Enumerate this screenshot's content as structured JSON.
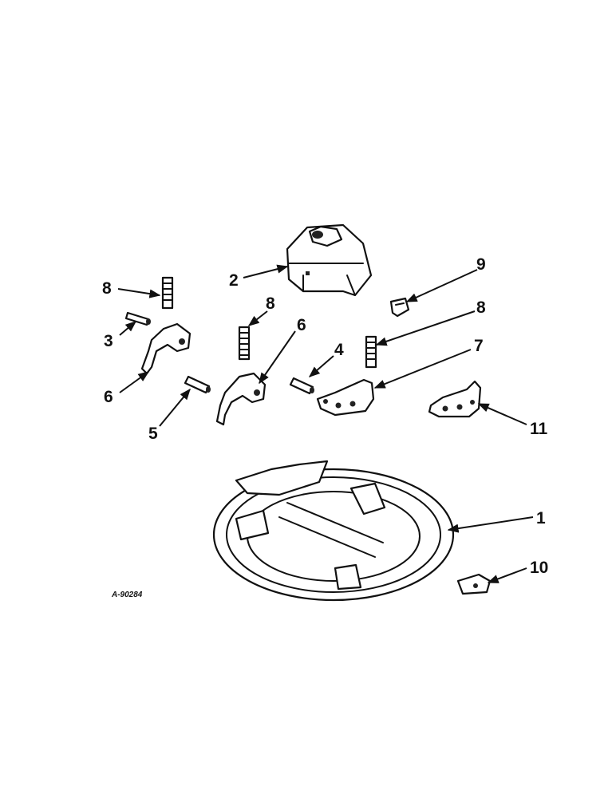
{
  "figure": {
    "reference_code": "A-90284",
    "callouts": {
      "c1": "1",
      "c2": "2",
      "c3": "3",
      "c4": "4",
      "c5": "5",
      "c6a": "6",
      "c6b": "6",
      "c7": "7",
      "c8a": "8",
      "c8b": "8",
      "c8c": "8",
      "c9": "9",
      "c10": "10",
      "c11": "11"
    }
  },
  "colors": {
    "ink": "#111111",
    "paper": "#ffffff"
  }
}
